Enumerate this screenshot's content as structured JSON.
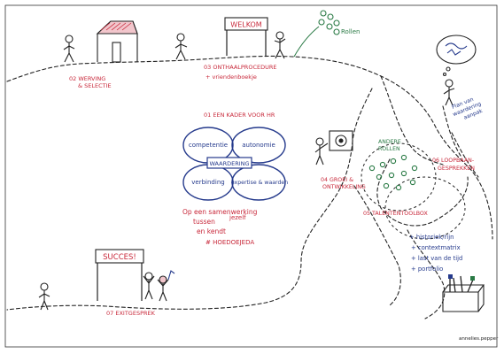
{
  "colors": {
    "red": "#c8283a",
    "blue": "#253a8c",
    "green": "#2a7a45",
    "ink": "#222222"
  },
  "stations": {
    "werving": {
      "number": "02",
      "line1": "WERVING",
      "line2": "& SELECTIE"
    },
    "onthaal": {
      "number": "03",
      "line1": "ONTHAALPROCEDURE",
      "line2": "+ vriendenboekje"
    },
    "welkom_sign": "WELKOM",
    "rollen": "Rollen",
    "plan": {
      "line1": "Plan van",
      "line2": "waardering",
      "line3": "aanpak"
    },
    "kader": {
      "number": "01",
      "title": "EEN KADER VOOR HR"
    },
    "groei": {
      "number": "04",
      "line1": "GROEI &",
      "line2": "ONTWIKKELING"
    },
    "andere_rollen": {
      "line1": "ANDERE",
      "line2": "ROLLEN"
    },
    "loopbaan": {
      "number": "06",
      "line1": "LOOPBAAN-",
      "line2": "GESPREKKEN"
    },
    "toolbox": {
      "number": "05",
      "title": "TALENTENTOOLBOX"
    },
    "succes_sign": "SUCCES!",
    "exit": {
      "number": "07",
      "title": "EXITGESPREK"
    }
  },
  "clover": {
    "petals": [
      "competentie",
      "autonomie",
      "verbinding",
      "expertise & waarden"
    ],
    "center": "WAARDERING"
  },
  "note": {
    "line1": "Op een samenwerking",
    "line2": "tussen",
    "line2b": "jezelf",
    "line3": "en kendt",
    "line4": "# HOEDOEJEDA"
  },
  "toolbox_items": [
    "+ historiek/rijn",
    "+ contextmatrix",
    "+ last van de tijd",
    "+ portfolio"
  ],
  "signature": "annelies.pepper"
}
